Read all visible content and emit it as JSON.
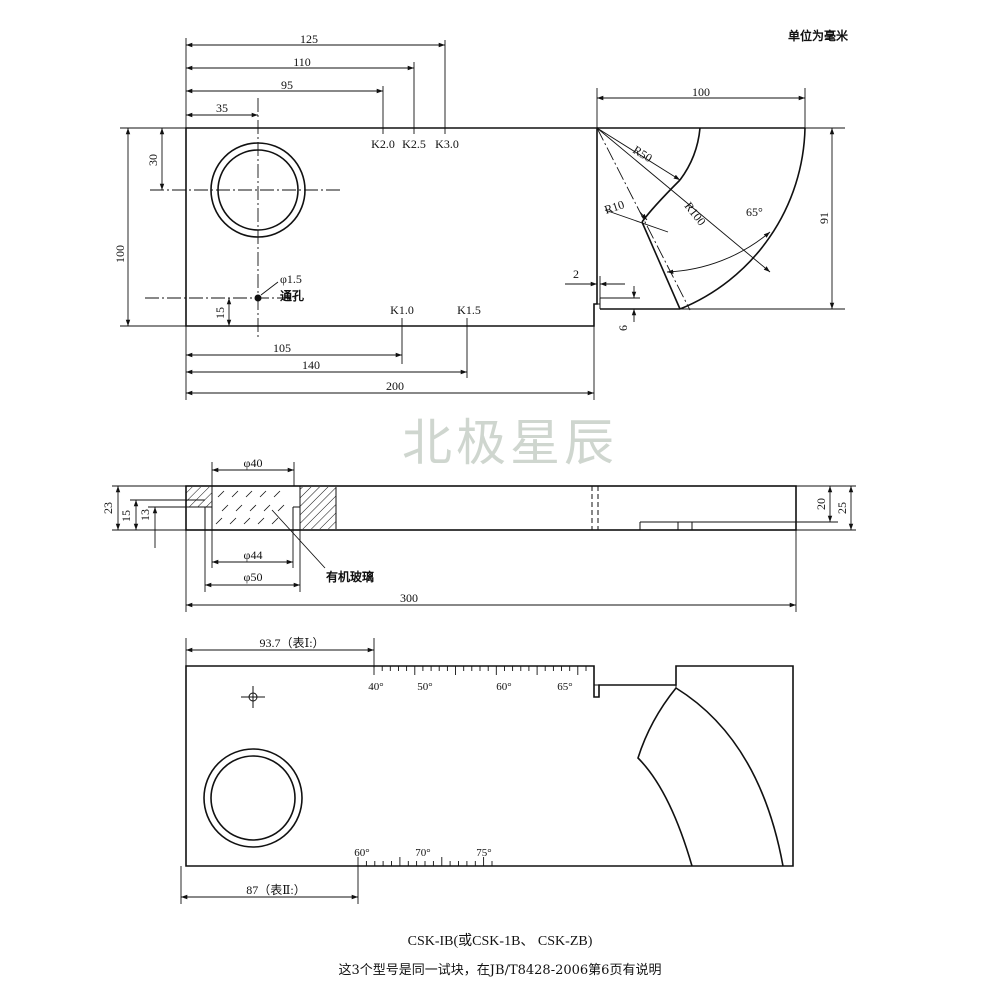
{
  "header": {
    "unit_note": "单位为毫米"
  },
  "watermark": "北极星辰",
  "view1": {
    "dims": {
      "d125": "125",
      "d110": "110",
      "d95": "95",
      "d35": "35",
      "d100_top": "100",
      "d30": "30",
      "d100_left": "100",
      "d15": "15",
      "d91": "91",
      "d2": "2",
      "d6": "6",
      "d105": "105",
      "d140": "140",
      "d200": "200"
    },
    "labels": {
      "k20": "K2.0",
      "k25": "K2.5",
      "k30": "K3.0",
      "k10": "K1.0",
      "k15": "K1.5",
      "r50": "R50",
      "r10": "R10",
      "r100": "R100",
      "angle65": "65°",
      "hole_dia": "φ1.5",
      "through_hole": "通孔"
    }
  },
  "view2": {
    "dims": {
      "phi40": "φ40",
      "phi44": "φ44",
      "phi50": "φ50",
      "d23": "23",
      "d15": "15",
      "d13": "13",
      "d20": "20",
      "d25": "25",
      "d300": "300"
    },
    "labels": {
      "plexiglass": "有机玻璃"
    }
  },
  "view3": {
    "dims": {
      "d93_7": "93.7（表Ⅰ:）",
      "d87": "87（表Ⅱ:）"
    },
    "scale_top": [
      "40°",
      "50°",
      "60°",
      "65°"
    ],
    "scale_bottom": [
      "60°",
      "70°",
      "75°"
    ]
  },
  "caption": {
    "line1": "CSK-IB(或CSK-1B、 CSK-ZB)",
    "line2": "这3个型号是同一试块，在JB/T8428-2006第6页有说明"
  }
}
